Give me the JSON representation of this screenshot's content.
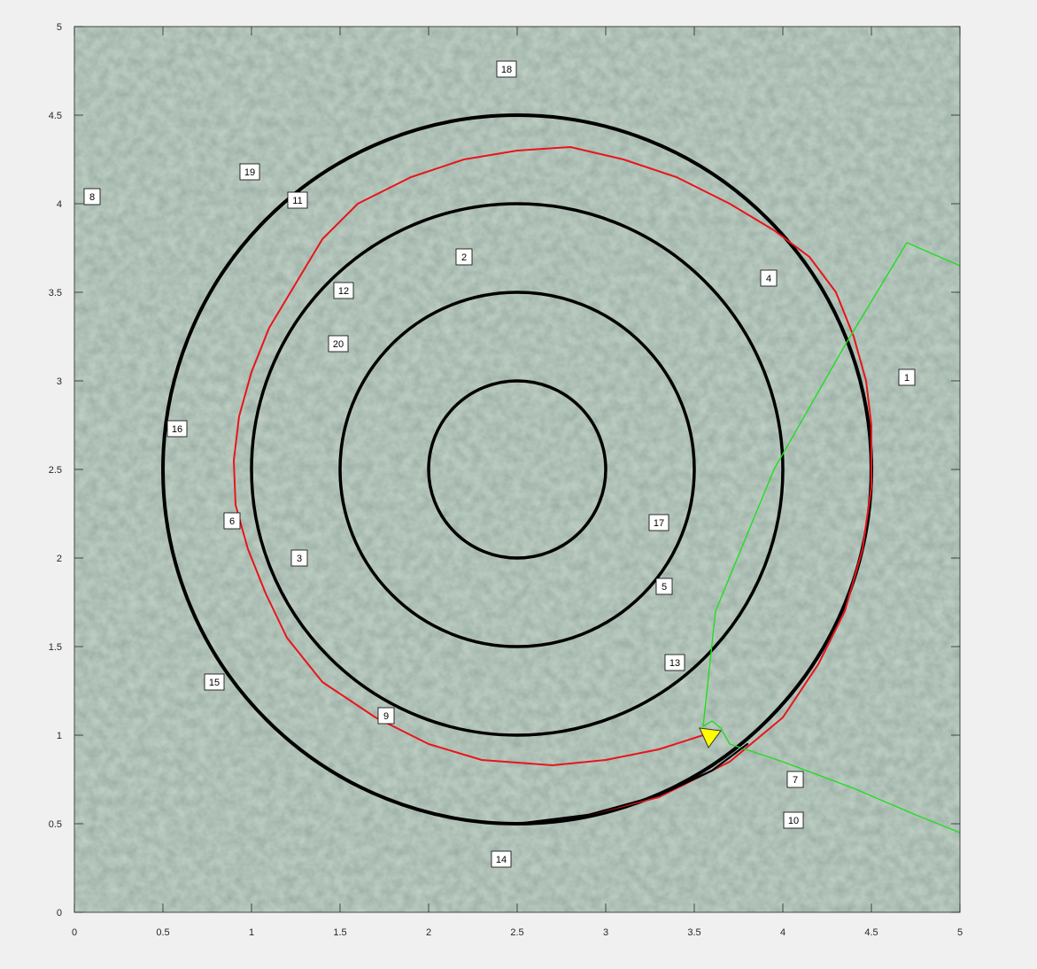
{
  "chart_data": {
    "type": "line",
    "xlim": [
      0,
      5
    ],
    "ylim": [
      0,
      5
    ],
    "x_ticks": [
      "0",
      "0.5",
      "1",
      "1.5",
      "2",
      "2.5",
      "3",
      "3.5",
      "4",
      "4.5",
      "5"
    ],
    "y_ticks": [
      "0",
      "0.5",
      "1",
      "1.5",
      "2",
      "2.5",
      "3",
      "3.5",
      "4",
      "4.5",
      "5"
    ],
    "grid": false,
    "background": "textured gray-green stone",
    "circles": [
      {
        "cx": 2.5,
        "cy": 2.5,
        "r": 2.0,
        "color": "#000000"
      },
      {
        "cx": 2.5,
        "cy": 2.5,
        "r": 1.5,
        "color": "#000000"
      },
      {
        "cx": 2.5,
        "cy": 2.5,
        "r": 1.0,
        "color": "#000000"
      },
      {
        "cx": 2.5,
        "cy": 2.5,
        "r": 0.5,
        "color": "#000000"
      }
    ],
    "series": [
      {
        "color": "#e8151b",
        "x": [
          2.5,
          2.9,
          3.3,
          3.7,
          4.0,
          4.2,
          4.35,
          4.45,
          4.5,
          4.5,
          4.47,
          4.4,
          4.3,
          4.15,
          3.95,
          3.7,
          3.4,
          3.1,
          2.8,
          2.5,
          2.2,
          1.9,
          1.6,
          1.4,
          1.25,
          1.1,
          1.0,
          0.93,
          0.9,
          0.91,
          0.98,
          1.08,
          1.2,
          1.4,
          1.7,
          2.0,
          2.3,
          2.7,
          3.0,
          3.3,
          3.55
        ],
        "y": [
          0.5,
          0.55,
          0.65,
          0.85,
          1.1,
          1.4,
          1.7,
          2.05,
          2.4,
          2.75,
          3.0,
          3.25,
          3.5,
          3.7,
          3.85,
          4.0,
          4.15,
          4.25,
          4.32,
          4.3,
          4.25,
          4.15,
          4.0,
          3.8,
          3.55,
          3.3,
          3.05,
          2.8,
          2.55,
          2.3,
          2.05,
          1.8,
          1.55,
          1.3,
          1.1,
          0.95,
          0.86,
          0.83,
          0.86,
          0.92,
          1.0
        ]
      },
      {
        "color": "#22dd22",
        "x": [
          5.0,
          4.7,
          4.35,
          3.95,
          3.62,
          3.55,
          3.6,
          3.65,
          3.7,
          4.0,
          4.4,
          4.75,
          5.0
        ],
        "y": [
          3.65,
          3.78,
          3.2,
          2.5,
          1.7,
          1.05,
          1.08,
          1.04,
          0.95,
          0.85,
          0.7,
          0.55,
          0.45
        ]
      },
      {
        "color": "#000000",
        "x": [
          2.5,
          2.9,
          3.3,
          3.6,
          3.8
        ],
        "y": [
          0.5,
          0.55,
          0.66,
          0.8,
          0.95
        ]
      }
    ],
    "yellow_marker": {
      "x": 3.58,
      "y": 1.0,
      "color": "#ffff00"
    },
    "labels": [
      {
        "text": "1",
        "x": 4.7,
        "y": 3.02
      },
      {
        "text": "2",
        "x": 2.2,
        "y": 3.7
      },
      {
        "text": "3",
        "x": 1.27,
        "y": 2.0
      },
      {
        "text": "4",
        "x": 3.92,
        "y": 3.58
      },
      {
        "text": "5",
        "x": 3.33,
        "y": 1.84
      },
      {
        "text": "6",
        "x": 0.89,
        "y": 2.21
      },
      {
        "text": "7",
        "x": 4.07,
        "y": 0.75
      },
      {
        "text": "8",
        "x": 0.1,
        "y": 4.04
      },
      {
        "text": "9",
        "x": 1.76,
        "y": 1.11
      },
      {
        "text": "10",
        "x": 4.06,
        "y": 0.52
      },
      {
        "text": "11",
        "x": 1.26,
        "y": 4.02
      },
      {
        "text": "12",
        "x": 1.52,
        "y": 3.51
      },
      {
        "text": "13",
        "x": 3.39,
        "y": 1.41
      },
      {
        "text": "14",
        "x": 2.41,
        "y": 0.3
      },
      {
        "text": "15",
        "x": 0.79,
        "y": 1.3
      },
      {
        "text": "16",
        "x": 0.58,
        "y": 2.73
      },
      {
        "text": "17",
        "x": 3.3,
        "y": 2.2
      },
      {
        "text": "18",
        "x": 2.44,
        "y": 4.76
      },
      {
        "text": "19",
        "x": 0.99,
        "y": 4.18
      },
      {
        "text": "20",
        "x": 1.49,
        "y": 3.21
      }
    ]
  }
}
